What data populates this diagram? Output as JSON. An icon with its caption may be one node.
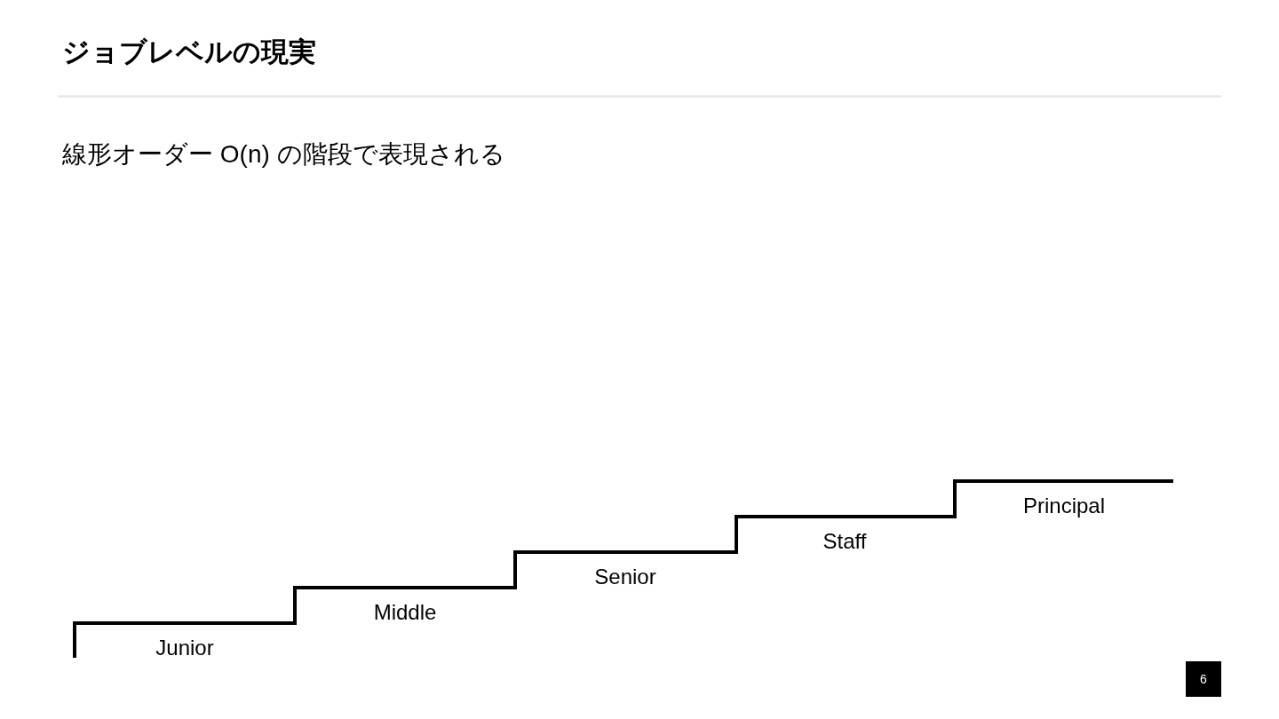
{
  "diagram": {
    "title": "ジョブレベルの現実",
    "labels": [
      "線形オーダー O(n) の階段で表現される",
      "Junior",
      "Middle",
      "Senior",
      "Staff",
      "Principal",
      "6"
    ]
  }
}
